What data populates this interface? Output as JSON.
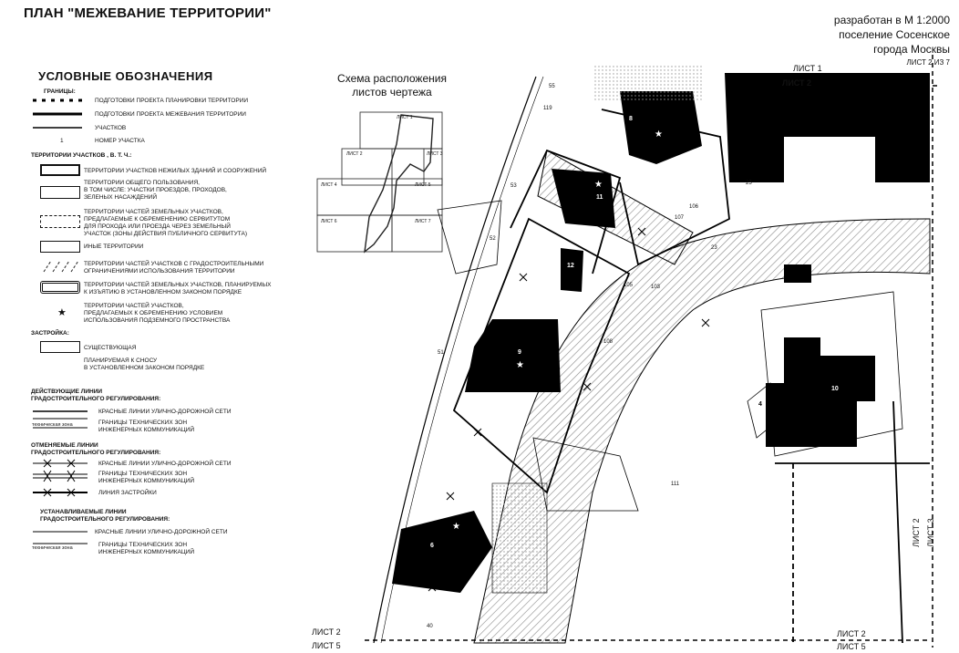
{
  "title": "ПЛАН \"МЕЖЕВАНИЕ ТЕРРИТОРИИ\"",
  "header_right": {
    "scale": "разработан в М 1:2000",
    "settlement": "поселение Сосенское",
    "city": "города Москвы",
    "sheet": "ЛИСТ 2 ИЗ 7"
  },
  "legend": {
    "title": "УСЛОВНЫЕ  ОБОЗНАЧЕНИЯ",
    "boundaries_head": "ГРАНИЦЫ:",
    "b1": "ПОДГОТОВКИ ПРОЕКТА ПЛАНИРОВКИ ТЕРРИТОРИИ",
    "b2": "ПОДГОТОВКИ ПРОЕКТА МЕЖЕВАНИЯ ТЕРРИТОРИИ",
    "b3": "УЧАСТКОВ",
    "b4_num": "1",
    "b4": "НОМЕР УЧАСТКА",
    "plots_head": "ТЕРРИТОРИИ УЧАСТКОВ , В. Т. Ч.:",
    "p1": "ТЕРРИТОРИИ УЧАСТКОВ НЕЖИЛЫХ ЗДАНИЙ И СООРУЖЕНИЙ",
    "p2a": "ТЕРРИТОРИИ ОБЩЕГО ПОЛЬЗОВАНИЯ,",
    "p2b": "В ТОМ ЧИСЛЕ: УЧАСТКИ ПРОЕЗДОВ, ПРОХОДОВ,",
    "p2c": "ЗЕЛЕНЫХ НАСАЖДЕНИЙ",
    "p3a": "ТЕРРИТОРИИ ЧАСТЕЙ ЗЕМЕЛЬНЫХ УЧАСТКОВ,",
    "p3b": "ПРЕДЛАГАЕМЫЕ К ОБРЕМЕНЕНИЮ СЕРВИТУТОМ",
    "p3c": "ДЛЯ ПРОХОДА ИЛИ ПРОЕЗДА ЧЕРЕЗ ЗЕМЕЛЬНЫЙ",
    "p3d": "УЧАСТОК (ЗОНЫ ДЕЙСТВИЯ ПУБЛИЧНОГО СЕРВИТУТА)",
    "p4": "ИНЫЕ ТЕРРИТОРИИ",
    "p5a": "ТЕРРИТОРИИ ЧАСТЕЙ УЧАСТКОВ С ГРАДОСТРОИТЕЛЬНЫМИ",
    "p5b": "ОГРАНИЧЕНИЯМИ ИСПОЛЬЗОВАНИЯ ТЕРРИТОРИИ",
    "p6a": "ТЕРРИТОРИИ ЧАСТЕЙ ЗЕМЕЛЬНЫХ УЧАСТКОВ, ПЛАНИРУЕМЫХ",
    "p6b": "К ИЗЪЯТИЮ В УСТАНОВЛЕННОМ ЗАКОНОМ ПОРЯДКЕ",
    "p7a": "ТЕРРИТОРИИ ЧАСТЕЙ УЧАСТКОВ,",
    "p7b": "ПРЕДЛАГАЕМЫХ К ОБРЕМЕНЕНИЮ УСЛОВИЕМ",
    "p7c": "ИСПОЛЬЗОВАНИЯ ПОДЗЕМНОГО ПРОСТРАНСТВА",
    "build_head": "ЗАСТРОЙКА:",
    "bd1": "СУЩЕСТВУЮЩАЯ",
    "bd2a": "ПЛАНИРУЕМАЯ К СНОСУ",
    "bd2b": "В УСТАНОВЛЕННОМ ЗАКОНОМ ПОРЯДКЕ",
    "act_head1": "ДЕЙСТВУЮЩИЕ ЛИНИИ",
    "act_head2": "ГРАДОСТРОИТЕЛЬНОГО РЕГУЛИРОВАНИЯ:",
    "a1": "КРАСНЫЕ ЛИНИИ УЛИЧНО-ДОРОЖНОЙ СЕТИ",
    "tech_zone": "техническая зона",
    "a2a": "ГРАНИЦЫ ТЕХНИЧЕСКИХ ЗОН",
    "a2b": "ИНЖЕНЕРНЫХ КОММУНИКАЦИЙ",
    "can_head1": "ОТМЕНЯЕМЫЕ ЛИНИИ",
    "can_head2": "ГРАДОСТРОИТЕЛЬНОГО РЕГУЛИРОВАНИЯ:",
    "c1": "КРАСНЫЕ ЛИНИИ УЛИЧНО-ДОРОЖНОЙ СЕТИ",
    "c2a": "ГРАНИЦЫ ТЕХНИЧЕСКИХ ЗОН",
    "c2b": "ИНЖЕНЕРНЫХ КОММУНИКАЦИЙ",
    "c3": "ЛИНИЯ ЗАСТРОЙКИ",
    "new_head1": "УСТАНАВЛИВАЕМЫЕ ЛИНИИ",
    "new_head2": "ГРАДОСТРОИТЕЛЬНОГО РЕГУЛИРОВАНИЯ:",
    "n1": "КРАСНЫЕ ЛИНИИ УЛИЧНО-ДОРОЖНОЙ СЕТИ",
    "tech_zone2": "техническая зона",
    "n2a": "ГРАНИЦЫ ТЕХНИЧЕСКИХ ЗОН",
    "n2b": "ИНЖЕНЕРНЫХ КОММУНИКАЦИЙ"
  },
  "scheme": {
    "title1": "Схема расположения",
    "title2": "листов чертежа",
    "s1": "ЛИСТ 1",
    "s2": "ЛИСТ 2",
    "s3": "ЛИСТ 3",
    "s4": "ЛИСТ 4",
    "s5": "ЛИСТ 5",
    "s6": "ЛИСТ 6",
    "s7": "ЛИСТ 7"
  },
  "map": {
    "sheet1": "ЛИСТ 1",
    "sheet2_top": "ЛИСТ 2",
    "sheet2_right": "ЛИСТ 2",
    "sheet3_right": "ЛИСТ 3",
    "sheet2_bl": "ЛИСТ 2",
    "sheet5_bl": "ЛИСТ 5",
    "sheet2_br": "ЛИСТ 2",
    "sheet5_br": "ЛИСТ 5",
    "plots": [
      "55",
      "119",
      "53",
      "52",
      "51",
      "25",
      "107",
      "105",
      "103",
      "106",
      "108",
      "111",
      "23",
      "8",
      "9",
      "10",
      "11",
      "12",
      "6",
      "4",
      "40"
    ]
  }
}
